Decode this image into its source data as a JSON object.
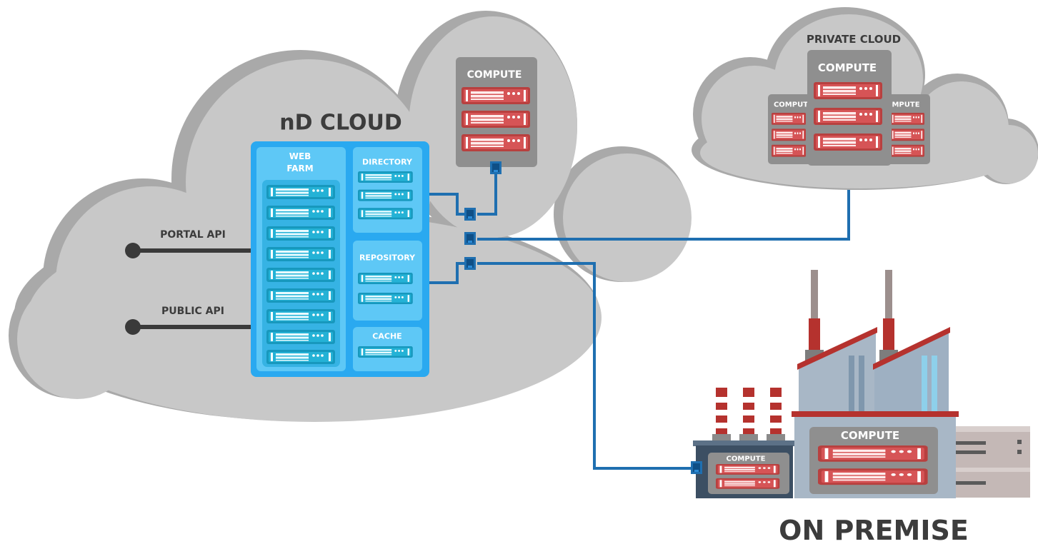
{
  "labels": {
    "nd_cloud": "nD CLOUD",
    "web_farm_line1": "WEB",
    "web_farm_line2": "FARM",
    "directory": "DIRECTORY",
    "repository": "REPOSITORY",
    "cache": "CACHE",
    "compute": "COMPUTE",
    "private_cloud": "PRIVATE CLOUD",
    "private_compute_main": "COMPUTE",
    "private_compute_left": "COMPUT",
    "private_compute_right": "MPUTE",
    "factory_compute_main": "COMPUTE",
    "factory_compute_small": "COMPUTE",
    "portal_api": "PORTAL API",
    "public_api": "PUBLIC API",
    "on_premise": "ON PREMISE"
  },
  "colors": {
    "cloud": "#c8c8c8",
    "cloud_dark": "#a9a9a9",
    "web_panel": "#29aaf0",
    "sub_panel": "#5cc8f6",
    "server_blue": "#15a0c4",
    "server_red": "#d05052",
    "compute_box": "#8f8f8f",
    "connector": "#1f6fb0",
    "api_line": "#3a3a3a",
    "factory_wall": "#a8b7c6",
    "factory_red": "#b5322e"
  },
  "icons": [
    "server-rack-icon",
    "network-switch-icon",
    "api-endpoint-icon",
    "factory-icon",
    "chimney-icon"
  ]
}
